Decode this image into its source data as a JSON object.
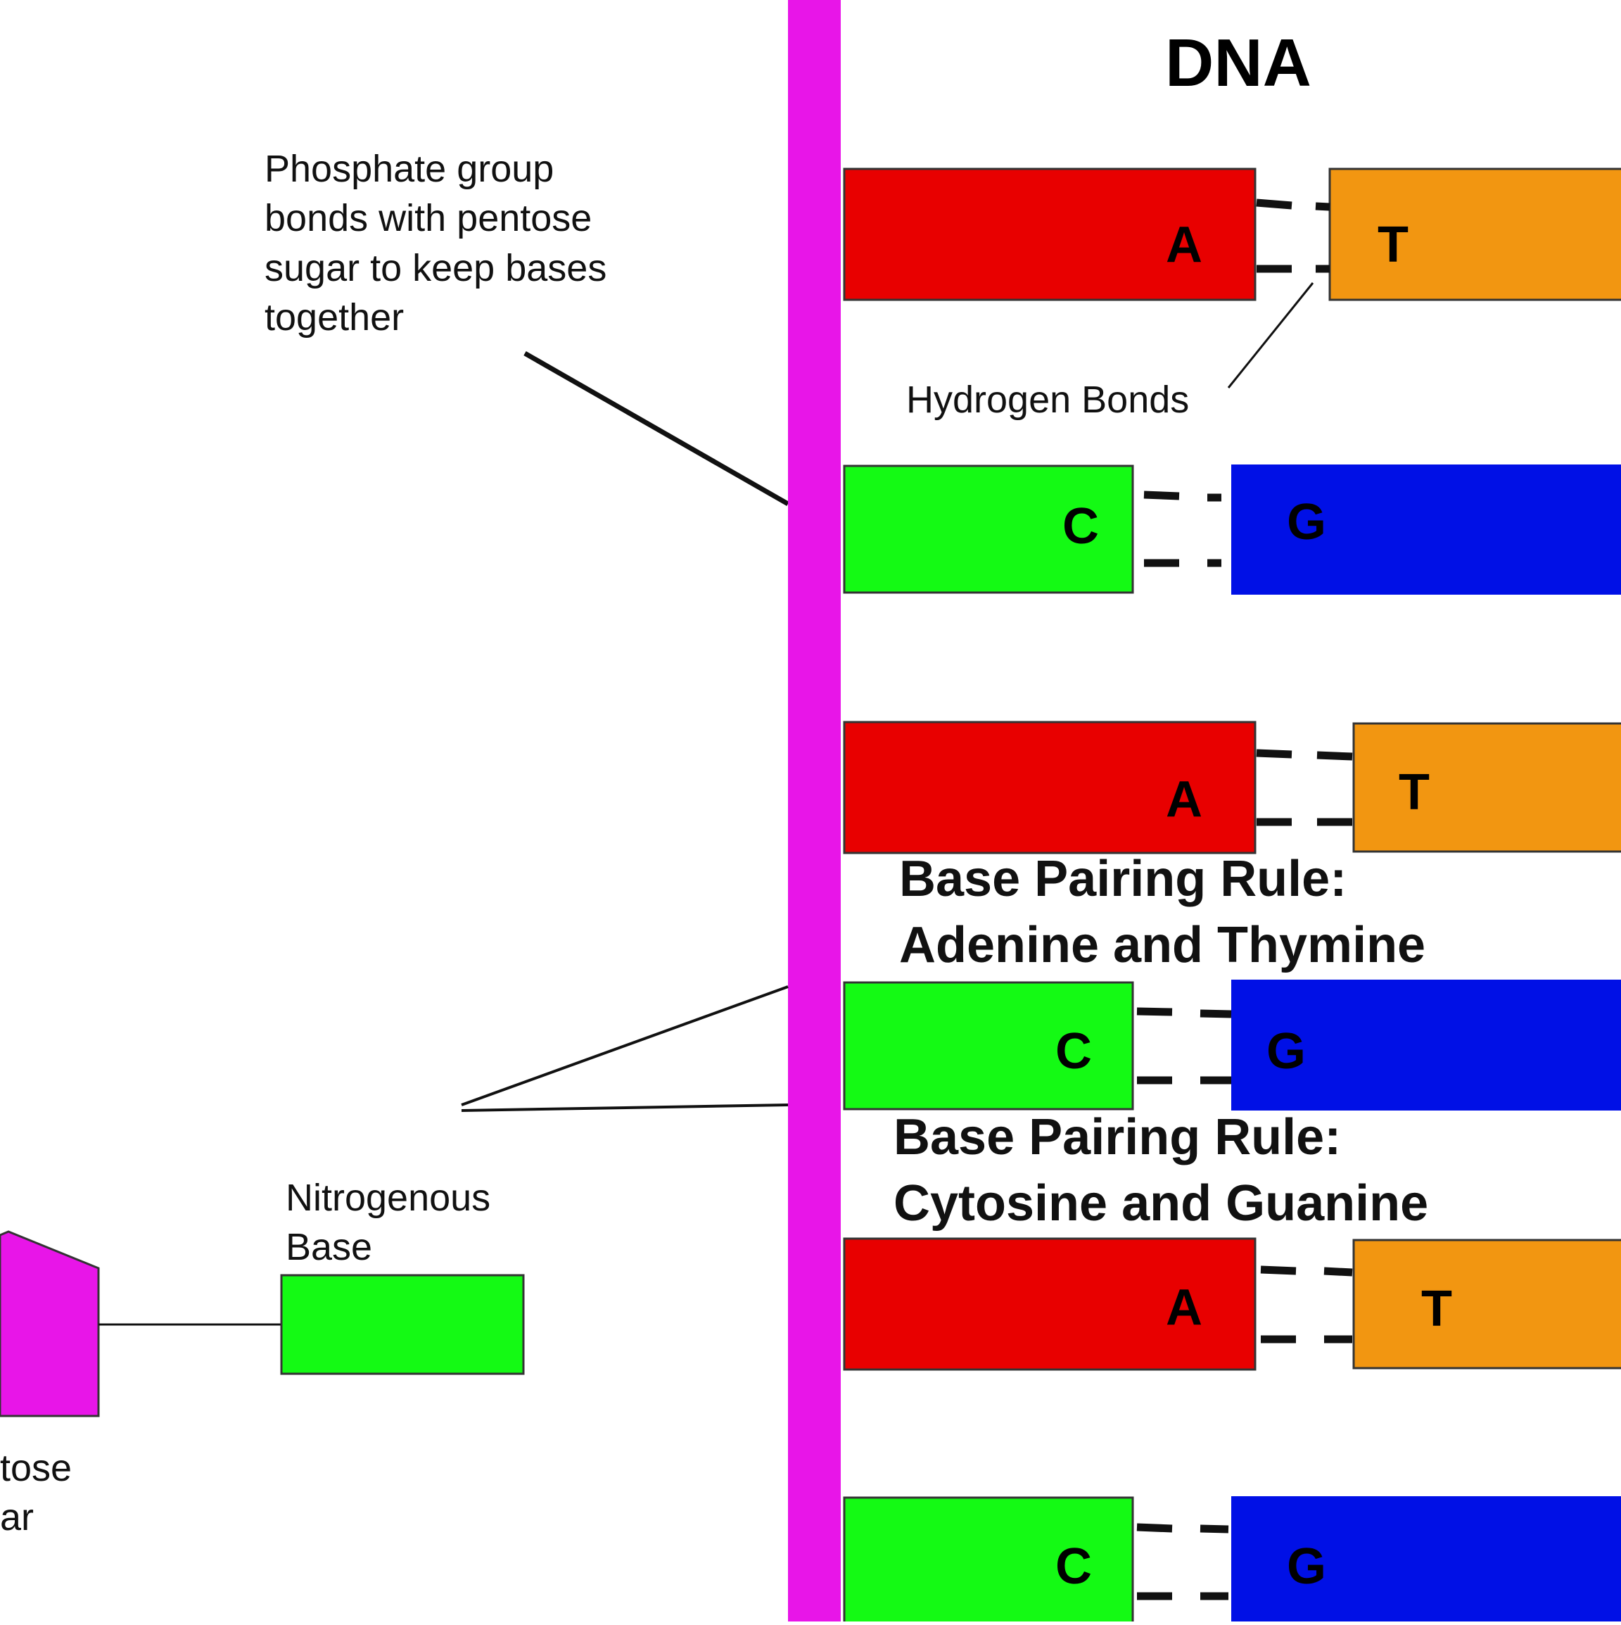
{
  "title": "DNA",
  "colors": {
    "backbone": "#e815e8",
    "adenine": "#e80000",
    "thymine": "#f29611",
    "cytosine": "#14fa14",
    "guanine": "#0010e6",
    "outline": "#333333"
  },
  "pairs": [
    {
      "left": "A",
      "right": "T"
    },
    {
      "left": "C",
      "right": "G"
    },
    {
      "left": "A",
      "right": "T"
    },
    {
      "left": "C",
      "right": "G"
    },
    {
      "left": "A",
      "right": "T"
    },
    {
      "left": "C",
      "right": "G"
    }
  ],
  "labels": {
    "phosphate": [
      "Phosphate group",
      "bonds with pentose",
      "sugar to keep bases",
      "together"
    ],
    "hydrogen": "Hydrogen Bonds",
    "nitrogenous": [
      "Nitrogenous",
      "Base"
    ],
    "pentose": [
      "tose",
      "ar"
    ]
  },
  "rules": {
    "at": [
      "Base Pairing Rule:",
      "Adenine and Thymine"
    ],
    "cg": [
      "Base Pairing Rule:",
      "Cytosine and Guanine"
    ]
  }
}
